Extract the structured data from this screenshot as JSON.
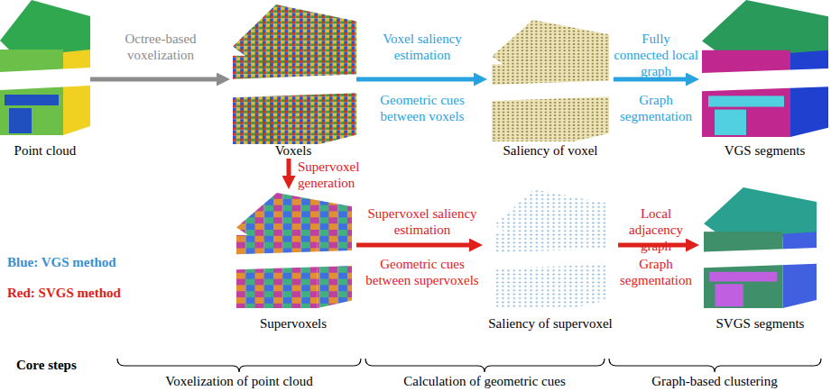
{
  "diagram": {
    "nodes": [
      {
        "text": [
          "Point cloud"
        ]
      },
      {
        "text": [
          "Voxels"
        ]
      },
      {
        "text": [
          "Saliency of voxel"
        ]
      },
      {
        "text": [
          "VGS segments"
        ]
      },
      {
        "text": [
          "Supervoxels"
        ]
      },
      {
        "text": [
          "Saliency of supervoxel"
        ]
      },
      {
        "text": [
          "SVGS segments"
        ]
      }
    ],
    "edges": [
      {
        "from": 0,
        "to": 1,
        "arrow": "to",
        "label": "Octree-based voxelization"
      },
      {
        "from": 1,
        "to": 2,
        "arrow": "to",
        "label": "Voxel saliency estimation"
      },
      {
        "from": 2,
        "to": 3,
        "arrow": "to",
        "label": "Fully connected local graph"
      },
      {
        "from": 1,
        "to": 4,
        "arrow": "to",
        "label": "Supervoxel generation"
      },
      {
        "from": 4,
        "to": 5,
        "arrow": "to",
        "label": "Supervoxel saliency estimation"
      },
      {
        "from": 5,
        "to": 6,
        "arrow": "to",
        "label": "Local adjacency graph"
      }
    ],
    "labels": [
      "Geometric cues between voxels",
      "Graph segmentation",
      "Blue: VGS method",
      "Red: SVGS method",
      "Geometric cues between supervoxels",
      "Graph segmentation",
      "Core steps",
      "Voxelization of point cloud",
      "Calculation of geometric cues",
      "Graph-based clustering"
    ]
  }
}
